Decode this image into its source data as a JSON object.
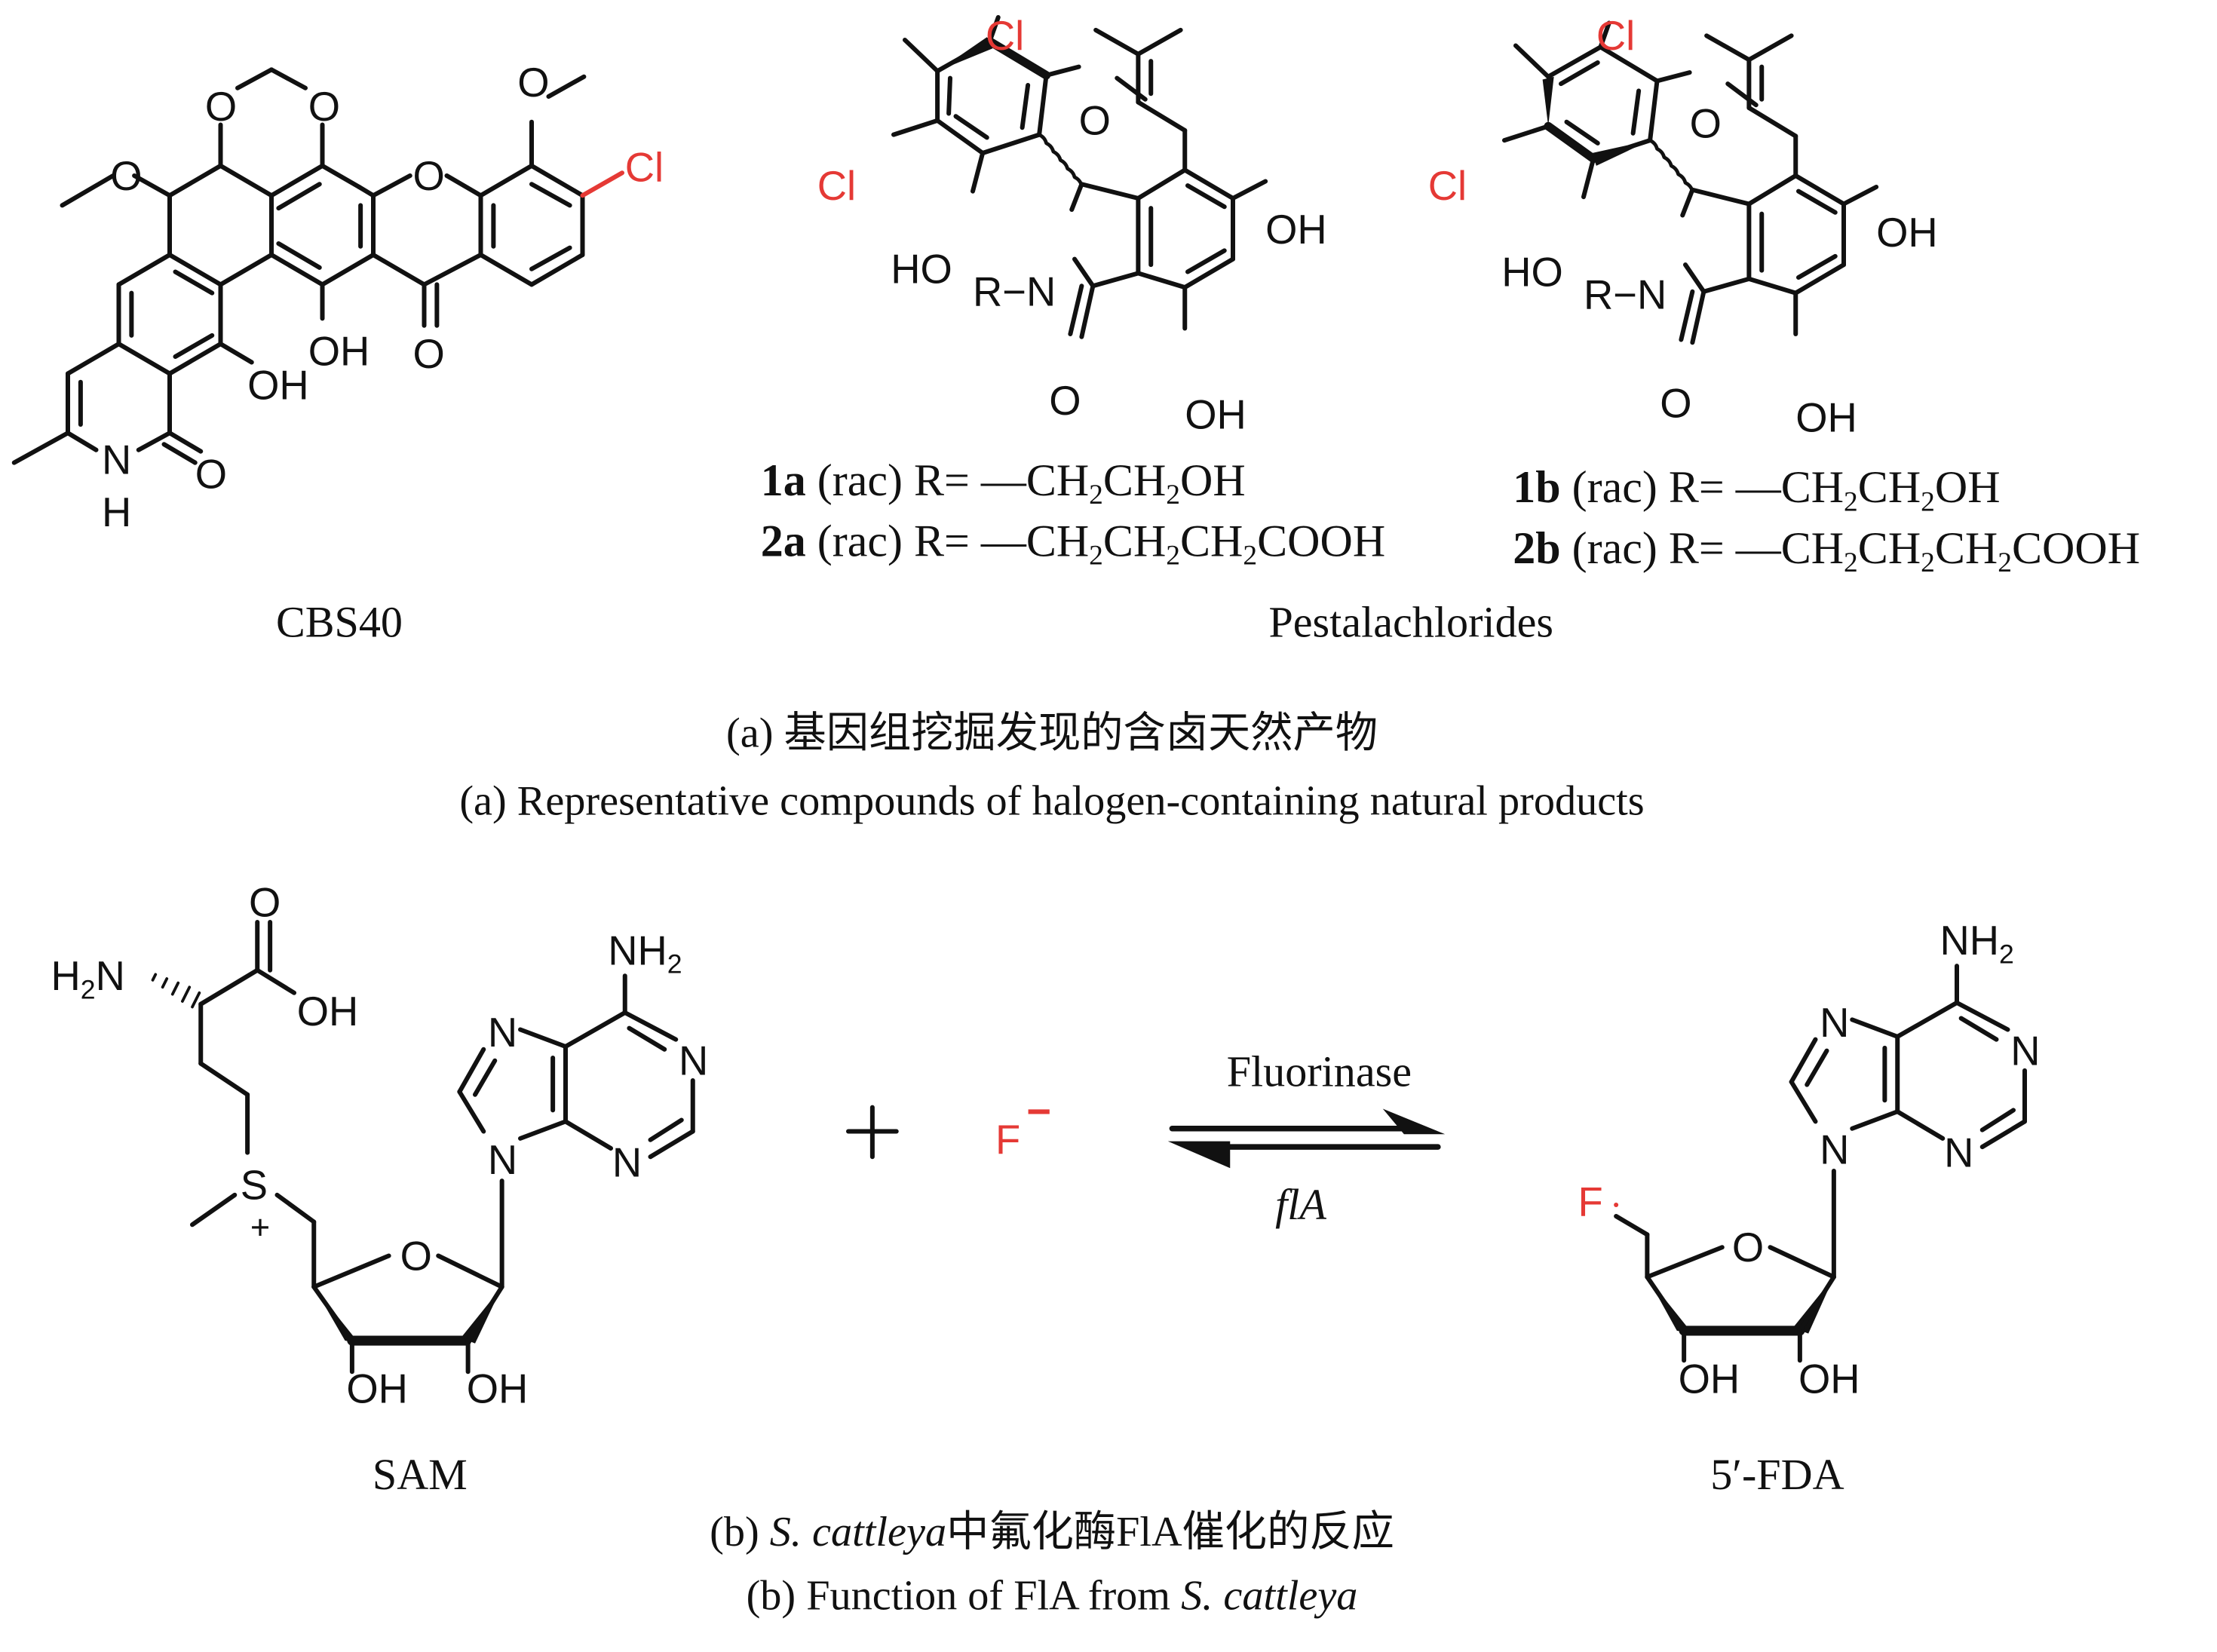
{
  "figure": {
    "panel_a": {
      "compounds": [
        {
          "name": "CBS40"
        },
        {
          "name": "Pestalachlorides"
        }
      ],
      "cbs40_atoms": {
        "methoxy_o": "O",
        "dioxane_o1": "O",
        "dioxane_o2": "O",
        "xanthone_o": "O",
        "methoxy2_o": "O",
        "cl": "Cl",
        "oh1": "OH",
        "oh2": "OH",
        "keto_o": "O",
        "lactam_o": "O",
        "n": "N",
        "h": "H"
      },
      "pestalachloride_atoms": {
        "cl_top": "Cl",
        "cl_left": "Cl",
        "methoxy_o": "O",
        "ho": "HO",
        "r_n": "R−N",
        "oh_right": "OH",
        "oh_bottom": "OH",
        "carbonyl_o": "O"
      },
      "r_groups": [
        {
          "id": "1a",
          "stereo": "(rac)",
          "prefix": "R=",
          "formula": "—CH2CH2OH"
        },
        {
          "id": "2a",
          "stereo": "(rac)",
          "prefix": "R=",
          "formula": "—CH2CH2CH2COOH"
        },
        {
          "id": "1b",
          "stereo": "(rac)",
          "prefix": "R=",
          "formula": "—CH2CH2OH"
        },
        {
          "id": "2b",
          "stereo": "(rac)",
          "prefix": "R=",
          "formula": "—CH2CH2CH2COOH"
        }
      ],
      "caption_cn": "(a) 基因组挖掘发现的含卤天然产物",
      "caption_en": "(a) Representative compounds of halogen-containing natural products"
    },
    "panel_b": {
      "reactant": {
        "name": "SAM",
        "atoms": {
          "h2n": "H2N",
          "carbonyl_o": "O",
          "oh_acid": "OH",
          "nh2": "NH2",
          "n7": "N",
          "n1": "N",
          "n3": "N",
          "n9": "N",
          "s": "S",
          "s_charge": "+",
          "ring_o": "O",
          "oh3": "OH",
          "oh2": "OH"
        }
      },
      "plus": "+",
      "fluoride": {
        "symbol": "F",
        "charge": "−"
      },
      "enzyme_label": "Fluorinase",
      "gene_label": "flA",
      "product": {
        "name": "5′-FDA",
        "atoms": {
          "f": "F",
          "nh2": "NH2",
          "n7": "N",
          "n1": "N",
          "n3": "N",
          "n9": "N",
          "ring_o": "O",
          "oh3": "OH",
          "oh2": "OH"
        }
      },
      "caption_cn": {
        "prefix": "(b) ",
        "organism": "S. cattleya",
        "rest": "中氟化酶FlA催化的反应"
      },
      "caption_en": {
        "prefix": "(b) Function of FlA from ",
        "organism": "S. cattleya"
      }
    },
    "colors": {
      "halogen": "#e53935",
      "ink": "#111111",
      "background": "#ffffff"
    }
  }
}
